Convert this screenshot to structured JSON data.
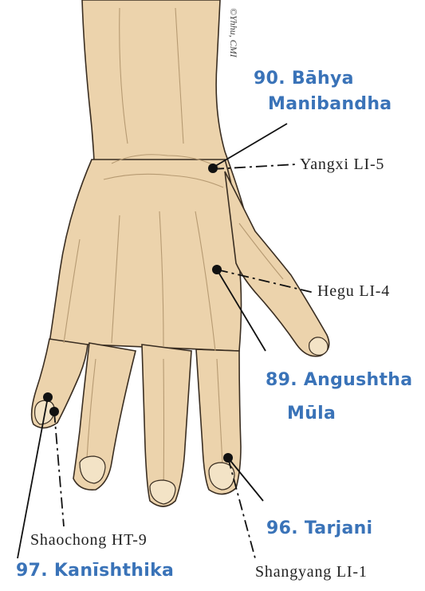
{
  "copyright": "©Yhhu, CMI",
  "colors": {
    "skin": "#ecd3ac",
    "skin_shadow": "#d9b98c",
    "outline": "#3a2e22",
    "bone": "#f1dfc0",
    "label_blue": "#3a73b8",
    "label_black": "#222222",
    "marker": "#111111"
  },
  "labels": {
    "bahya_line1": "90. Bāhya",
    "bahya_line2": "Manibandha",
    "yangxi": "Yangxi LI-5",
    "hegu": "Hegu LI-4",
    "angushtha_line1": "89. Angushtha",
    "angushtha_line2": "Mūla",
    "tarjani": "96. Tarjani",
    "shaochong": "Shaochong HT-9",
    "kanishthika": "97. Kanīshthika",
    "shangyang": "Shangyang LI-1"
  }
}
